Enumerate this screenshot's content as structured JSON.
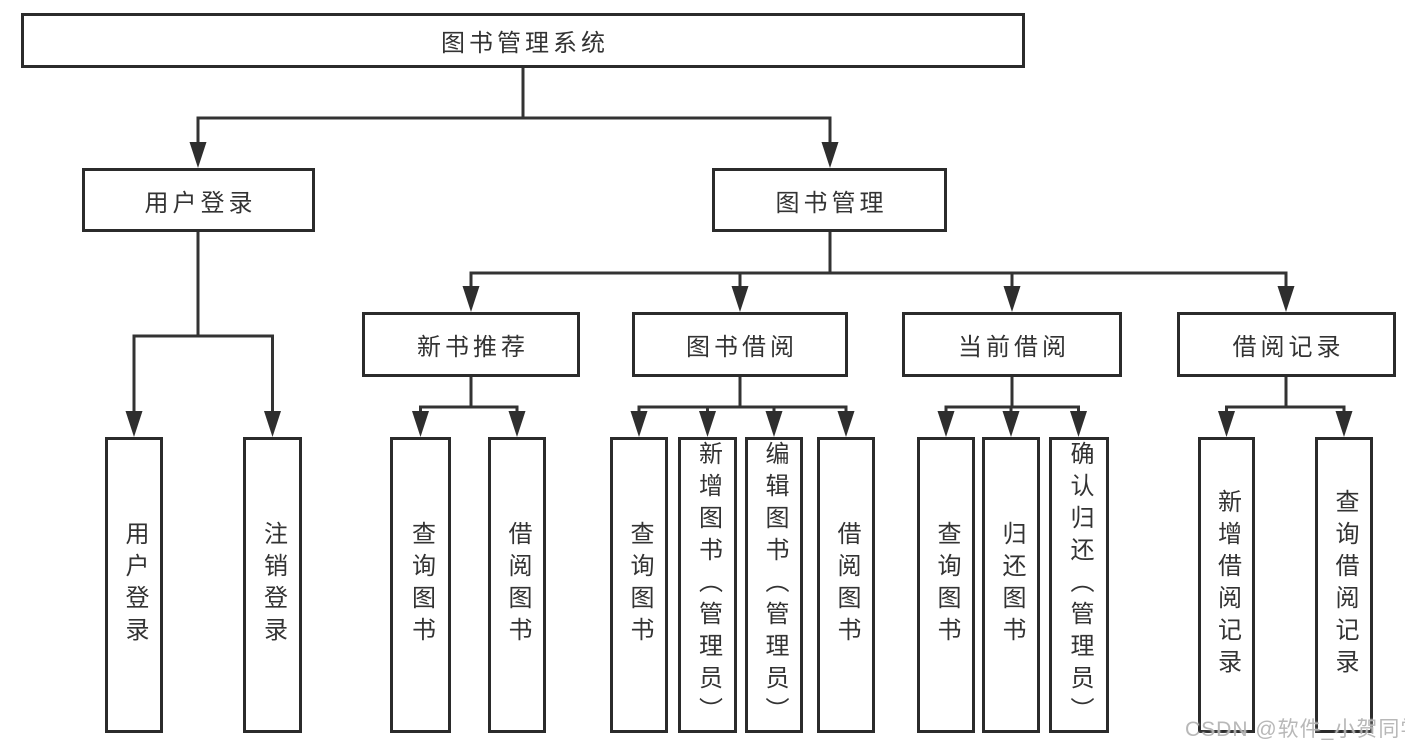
{
  "diagram": {
    "root": {
      "label": "图书管理系统"
    },
    "level2": [
      {
        "label": "用户登录"
      },
      {
        "label": "图书管理"
      }
    ],
    "level3": [
      {
        "label": "新书推荐"
      },
      {
        "label": "图书借阅"
      },
      {
        "label": "当前借阅"
      },
      {
        "label": "借阅记录"
      }
    ],
    "leaves": {
      "user_login": [
        "用户登录",
        "注销登录"
      ],
      "new_books": [
        "查询图书",
        "借阅图书"
      ],
      "book_borrow": [
        "查询图书",
        "新增图书（管理员）",
        "编辑图书（管理员）",
        "借阅图书"
      ],
      "current_borrow": [
        "查询图书",
        "归还图书",
        "确认归还（管理员）"
      ],
      "borrow_records": [
        "新增借阅记录",
        "查询借阅记录"
      ]
    }
  },
  "watermark": {
    "text": "CSDN @软件_小贺同学"
  },
  "colors": {
    "line": "#333333",
    "arrow": "#2e2e2e",
    "box_border": "#2b2b2b",
    "text": "#333333",
    "background": "#ffffff",
    "watermark": "#b2b2b2"
  }
}
